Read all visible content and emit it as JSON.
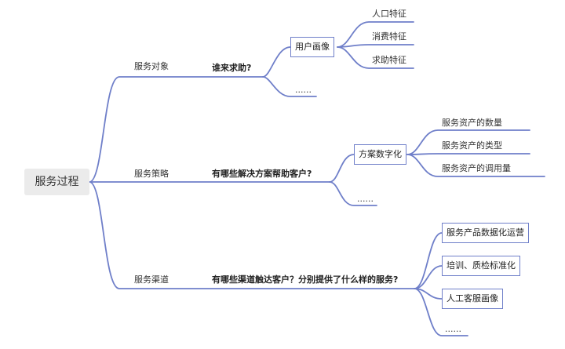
{
  "root": {
    "label": "服务过程"
  },
  "branches": [
    {
      "category": "服务对象",
      "question": "谁来求助?",
      "sub": {
        "label": "用户画像",
        "children": [
          "人口特征",
          "消费特征",
          "求助特征"
        ]
      },
      "more": "......"
    },
    {
      "category": "服务策略",
      "question": "有哪些解决方案帮助客户?",
      "sub": {
        "label": "方案数字化",
        "children": [
          "服务资产的数量",
          "服务资产的类型",
          "服务资产的调用量"
        ]
      },
      "more": "......"
    },
    {
      "category": "服务渠道",
      "question": "有哪些渠道触达客户？分别提供了什么样的服务?",
      "children": [
        "服务产品数据化运营",
        "培训、质检标准化",
        "人工客服画像"
      ],
      "more": "......"
    }
  ],
  "colors": {
    "line": "#6f7fc9",
    "root_bg": "#ebebeb"
  }
}
